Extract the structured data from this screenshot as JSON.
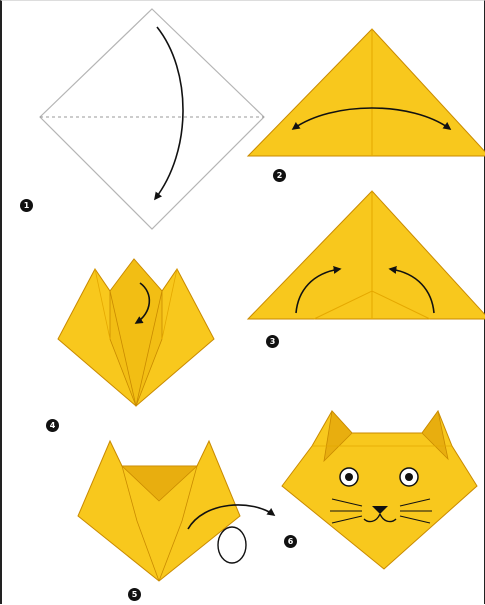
{
  "steps": [
    {
      "id": "step1",
      "label": "1"
    },
    {
      "id": "step2",
      "label": "2"
    },
    {
      "id": "step3",
      "label": "3"
    },
    {
      "id": "step4",
      "label": "4"
    },
    {
      "id": "step5",
      "label": "5"
    },
    {
      "id": "step6",
      "label": "6"
    }
  ],
  "colors": {
    "paper_yellow": "#F8C81D",
    "paper_shade": "#E8AE0F",
    "outline": "#C98A00",
    "fold_line": "#9a9a9a",
    "ink": "#111111",
    "background": "#ffffff"
  },
  "icons": [
    "curved-arrow-icon",
    "double-arrow-icon",
    "loop-arrow-icon"
  ]
}
